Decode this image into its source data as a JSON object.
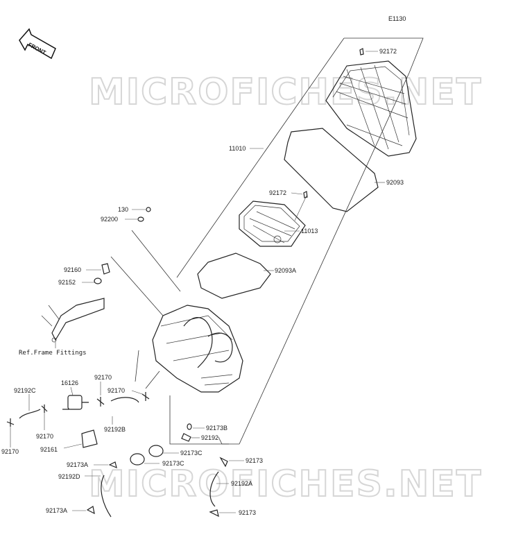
{
  "diagram": {
    "code": "E1130",
    "front_label": "FRONT",
    "watermark": "MICROFICHES.NET",
    "ref_note": "Ref.Frame Fittings"
  },
  "labels": {
    "p92172_top": "92172",
    "p11010": "11010",
    "p92093": "92093",
    "p92172_mid": "92172",
    "p11013": "11013",
    "p130": "130",
    "p92200": "92200",
    "p92093A": "92093A",
    "p92160": "92160",
    "p92152": "92152",
    "p92170_a": "92170",
    "p92170_b": "92170",
    "p16126": "16126",
    "p92192C": "92192C",
    "p92192B": "92192B",
    "p92170_c": "92170",
    "p92170_d": "92170",
    "p92161": "92161",
    "p92173B": "92173B",
    "p92192": "92192",
    "p92173C_a": "92173C",
    "p92173C_b": "92173C",
    "p92173A_a": "92173A",
    "p92192D": "92192D",
    "p92173_a": "92173",
    "p92192A": "92192A",
    "p92173A_b": "92173A",
    "p92173_b": "92173"
  }
}
